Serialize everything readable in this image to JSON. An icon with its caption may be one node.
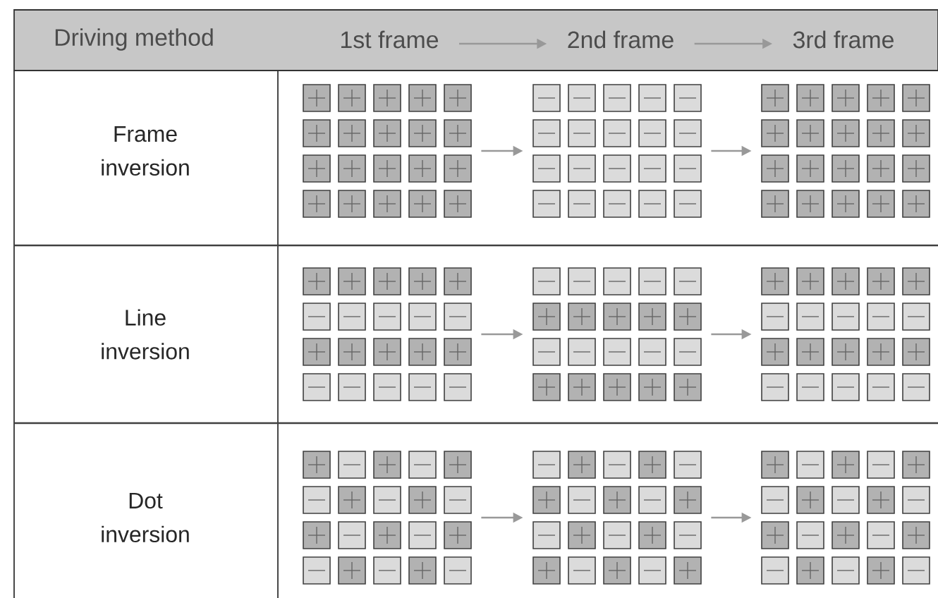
{
  "diagram": {
    "nodes": [
      {
        "text": [
          "Driving method"
        ]
      },
      {
        "text": [
          "1st frame"
        ]
      },
      {
        "text": [
          "2nd frame"
        ]
      },
      {
        "text": [
          "3rd frame"
        ]
      },
      {
        "text": [
          "Frame inversion"
        ]
      },
      {
        "text": [],
        "shape": "picture"
      },
      {
        "text": [],
        "shape": "picture"
      },
      {
        "text": [],
        "shape": "picture"
      },
      {
        "text": [
          "Line inversion"
        ]
      },
      {
        "text": [],
        "shape": "picture"
      },
      {
        "text": [],
        "shape": "picture"
      },
      {
        "text": [],
        "shape": "picture"
      },
      {
        "text": [
          "Dot inversion"
        ]
      },
      {
        "text": [],
        "shape": "picture"
      },
      {
        "text": [],
        "shape": "picture"
      },
      {
        "text": [],
        "shape": "picture"
      }
    ],
    "edges": [
      {
        "from": 1,
        "to": 2,
        "arrow": "to"
      },
      {
        "from": 2,
        "to": 3,
        "arrow": "to"
      },
      {
        "from": 5,
        "to": 6,
        "arrow": "to"
      },
      {
        "from": 6,
        "to": 7,
        "arrow": "to"
      },
      {
        "from": 9,
        "to": 10,
        "arrow": "to"
      },
      {
        "from": 10,
        "to": 11,
        "arrow": "to"
      },
      {
        "from": 13,
        "to": 14,
        "arrow": "to"
      },
      {
        "from": 14,
        "to": 15,
        "arrow": "to"
      }
    ]
  }
}
